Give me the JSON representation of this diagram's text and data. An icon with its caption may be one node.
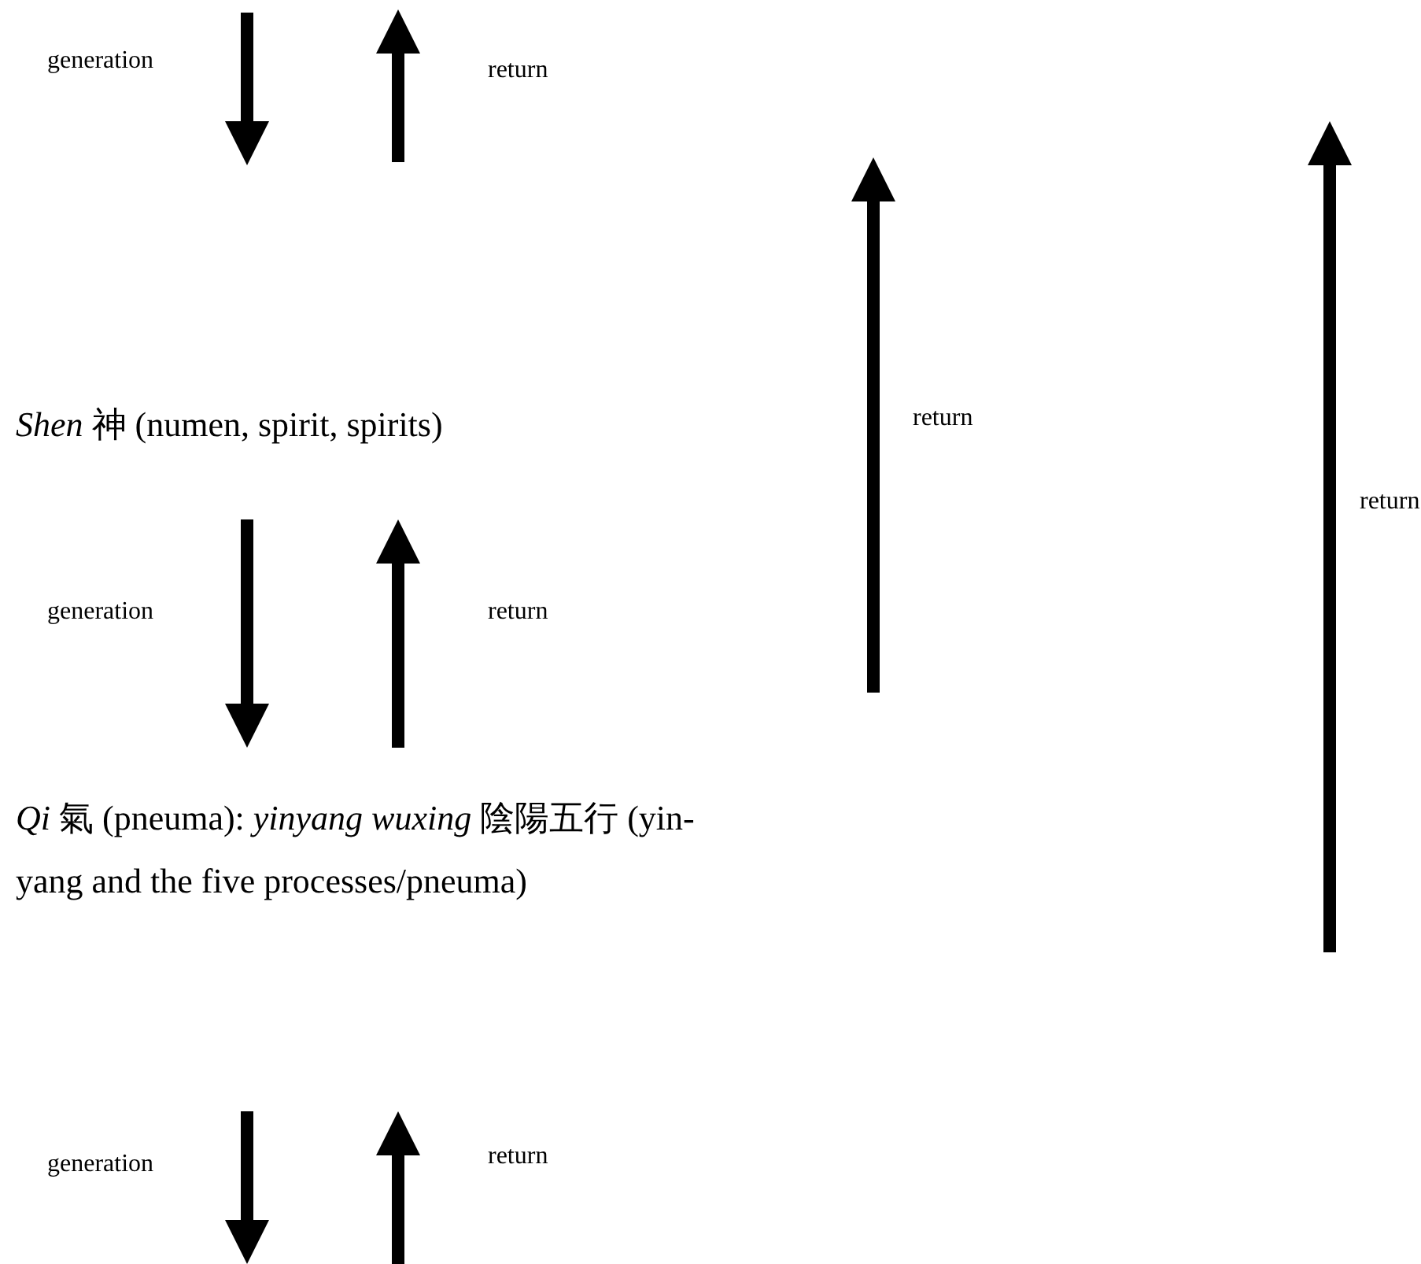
{
  "diagram": {
    "nodes": [
      {
        "text": [
          "*Shen* 神 (numen, spirit, spirits)"
        ]
      },
      {
        "text": [
          "*Qi* 氣 (pneuma): *yinyang wuxing* 陰陽五行 (yin-yang and the five processes/pneuma)"
        ]
      }
    ],
    "edges": [
      {
        "from": 0,
        "to": 1,
        "arrow": "to",
        "label": "generation"
      },
      {
        "from": 1,
        "to": 0,
        "arrow": "to",
        "label": "return"
      }
    ],
    "labels": [
      "generation",
      "return",
      "return",
      "return",
      "generation",
      "return"
    ]
  }
}
